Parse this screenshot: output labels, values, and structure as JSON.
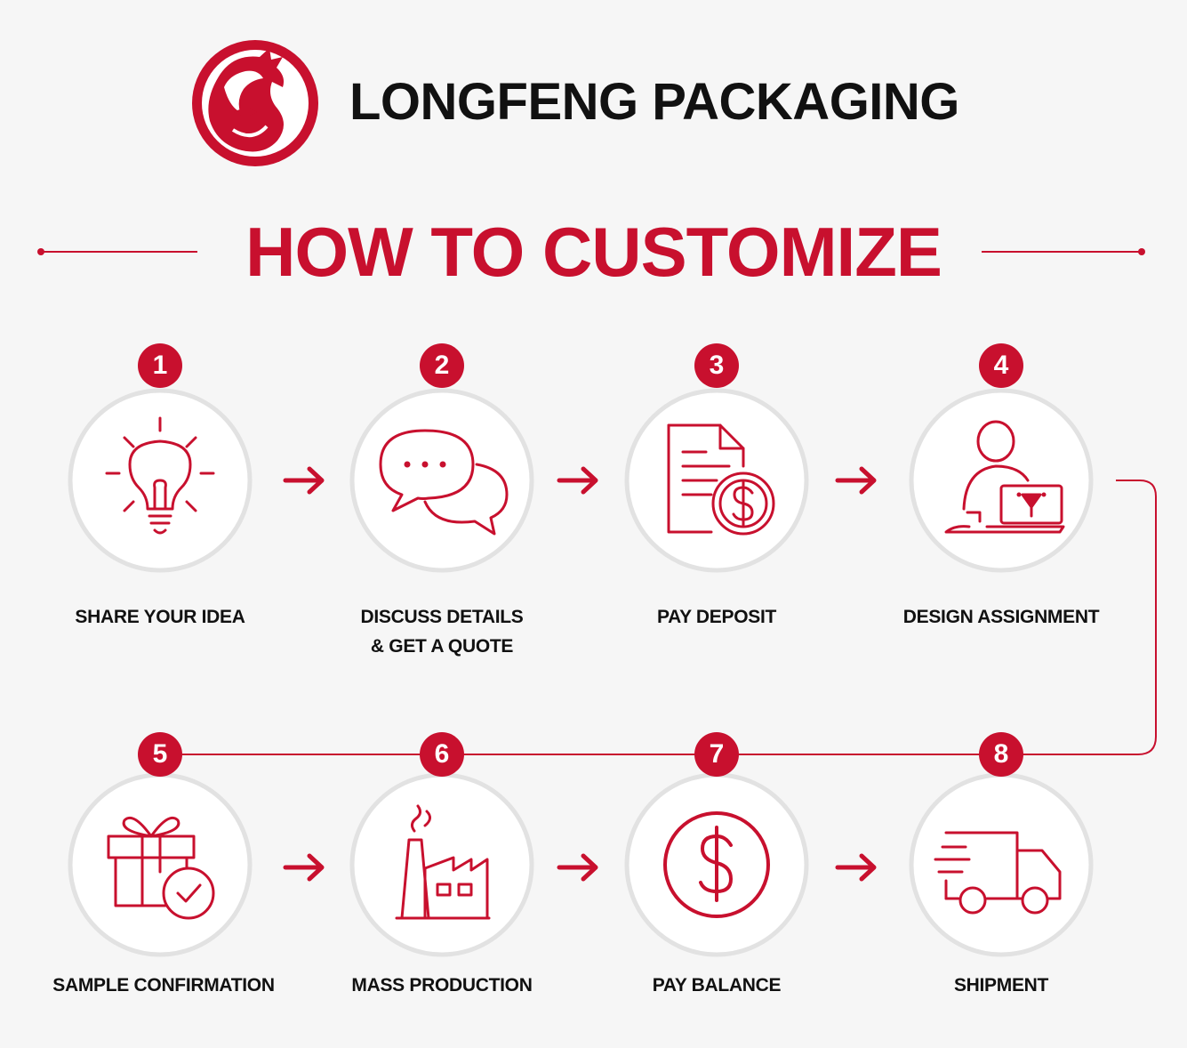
{
  "brand": {
    "name": "LONGFENG PACKAGING",
    "accent_color": "#c8102e",
    "logo_icon": "dragon-logo-icon"
  },
  "title": "HOW TO CUSTOMIZE",
  "steps": [
    {
      "number": "1",
      "lines": [
        "SHARE YOUR IDEA"
      ],
      "icon": "lightbulb-icon"
    },
    {
      "number": "2",
      "lines": [
        "DISCUSS DETAILS",
        "& GET A QUOTE"
      ],
      "icon": "chat-bubbles-icon"
    },
    {
      "number": "3",
      "lines": [
        "PAY DEPOSIT"
      ],
      "icon": "invoice-dollar-icon"
    },
    {
      "number": "4",
      "lines": [
        "DESIGN ASSIGNMENT"
      ],
      "icon": "designer-laptop-icon"
    },
    {
      "number": "5",
      "lines": [
        "SAMPLE CONFIRMATION"
      ],
      "icon": "gift-check-icon"
    },
    {
      "number": "6",
      "lines": [
        "MASS PRODUCTION"
      ],
      "icon": "factory-icon"
    },
    {
      "number": "7",
      "lines": [
        "PAY BALANCE"
      ],
      "icon": "dollar-coin-icon"
    },
    {
      "number": "8",
      "lines": [
        "SHIPMENT"
      ],
      "icon": "delivery-truck-icon"
    }
  ]
}
